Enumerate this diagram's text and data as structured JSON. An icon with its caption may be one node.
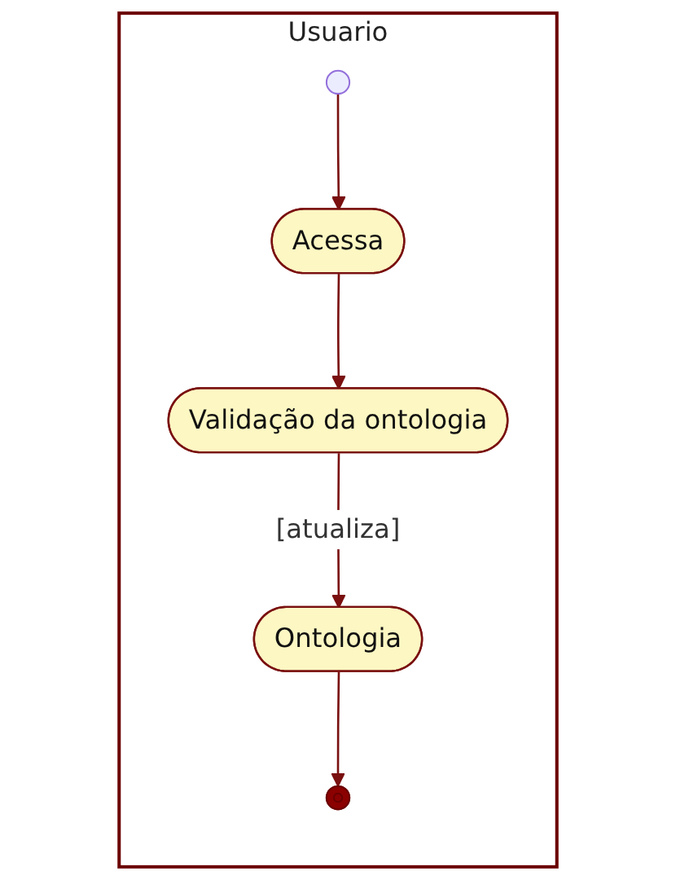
{
  "diagram": {
    "nodes": [
      {
        "text": [
          "Usuario"
        ]
      },
      {
        "text": [],
        "shape": "circle",
        "in": 0
      },
      {
        "text": [
          "Acessa"
        ],
        "in": 0
      },
      {
        "text": [
          "Validação da ontologia"
        ],
        "in": 0
      },
      {
        "text": [
          "Ontologia"
        ],
        "in": 0
      },
      {
        "text": [],
        "shape": "circle",
        "in": 0
      }
    ],
    "edges": [
      {
        "from": 1,
        "to": 2,
        "arrow": "to"
      },
      {
        "from": 2,
        "to": 3,
        "arrow": "to"
      },
      {
        "from": 3,
        "to": 4,
        "arrow": "to",
        "label": "[atualiza]"
      },
      {
        "from": 4,
        "to": 5,
        "arrow": "to"
      }
    ]
  }
}
